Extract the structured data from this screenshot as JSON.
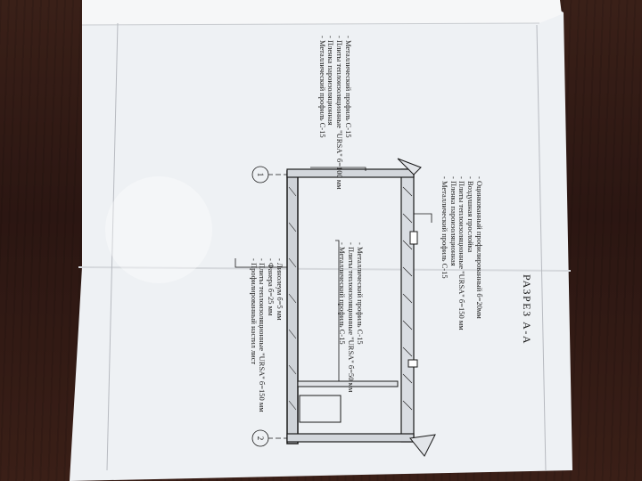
{
  "drawing": {
    "title": "РАЗРЕЗ А-А",
    "axis_labels": [
      "1",
      "2"
    ],
    "legend_top": [
      "- Металлический профиль С-15",
      "- Плиты теплоизоляционные \"URSA\" б=100 мм",
      "- Пленка пароизоляционная",
      "- Металлический профиль С-15"
    ],
    "legend_right": [
      "- Оцинкованный профилированный б=20мм",
      "- Воздушная прослойка",
      "- Плиты теплоизоляционные \"URSA\" б=150 мм",
      "- Пленка пароизоляционная",
      "- Металлический профиль С-15"
    ],
    "legend_center": [
      "- Металлический профиль С-15",
      "- Плиты теплоизоляционные \"URSA\" б=50 мм",
      "- Металлический профиль С-15"
    ],
    "legend_left": [
      "- Линолеум б=5 мм",
      "- Фанера б=25 мм",
      "- Плиты теплоизоляционные \"URSA\" б=150 мм",
      "- Профилированный настил лист"
    ]
  },
  "colors": {
    "table": "#2b1612",
    "paper": "#eef1f4",
    "line": "#1a1a1a"
  }
}
